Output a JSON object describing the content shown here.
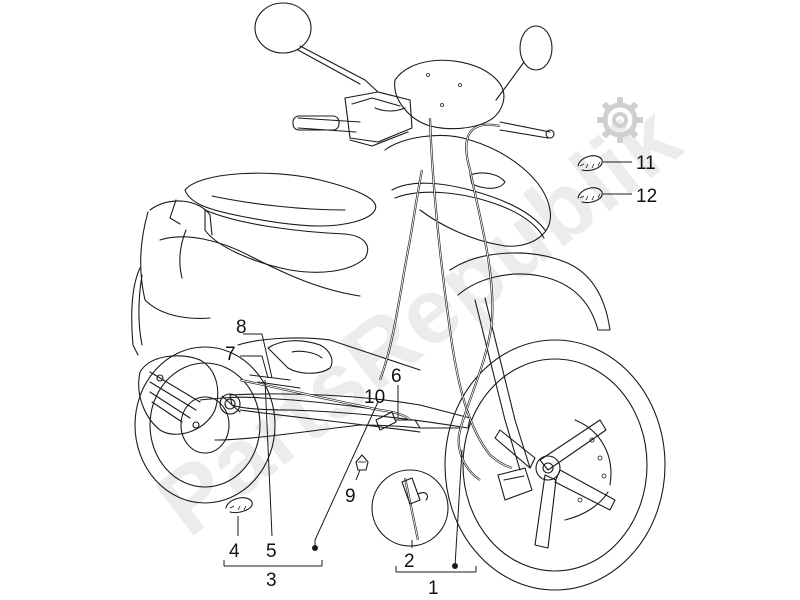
{
  "watermark": {
    "text": "PartsRepublik",
    "color": "#d3d3d3"
  },
  "callouts": {
    "c1": "1",
    "c2": "2",
    "c3": "3",
    "c4": "4",
    "c5": "5",
    "c6": "6",
    "c7": "7",
    "c8": "8",
    "c9": "9",
    "c10": "10",
    "c11": "11",
    "c12": "12"
  },
  "icons": {
    "watermark_icon": "gear-icon"
  },
  "colors": {
    "line": "#1a1a1a",
    "background": "#ffffff"
  }
}
